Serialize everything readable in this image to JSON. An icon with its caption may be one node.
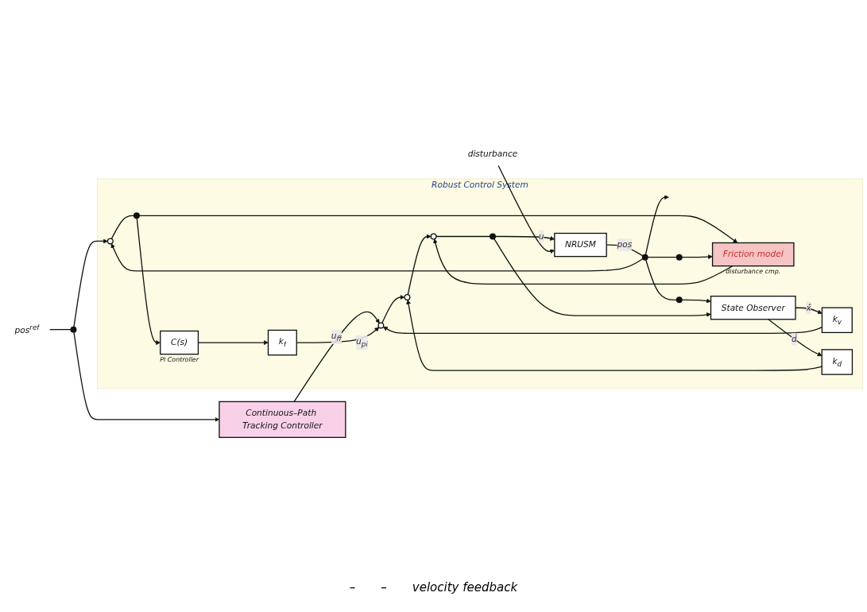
{
  "diagram": {
    "nodes": [
      {
        "text": [
          "Robust Control System"
        ]
      },
      {
        "text": [
          "pos$^{ref}$"
        ]
      },
      {
        "text": [
          "Continuous–Path Tracking Controller"
        ]
      },
      {
        "text": [],
        "shape": "circle"
      },
      {
        "text": [],
        "shape": "circle",
        "in": 0
      },
      {
        "text": [],
        "shape": "circle",
        "in": 0
      },
      {
        "text": [
          "C(s)"
        ],
        "beside": [
          "PI Controller"
        ],
        "in": 0
      },
      {
        "text": [
          "k$_{f}$"
        ],
        "in": 0
      },
      {
        "text": [
          "disturbance"
        ]
      },
      {
        "text": [],
        "shape": "circle",
        "in": 0
      },
      {
        "text": [],
        "shape": "circle",
        "in": 0
      },
      {
        "text": [],
        "shape": "circle",
        "in": 0
      },
      {
        "text": [],
        "shape": "circle",
        "in": 0
      },
      {
        "text": [
          "NRUSM"
        ],
        "in": 0
      },
      {
        "text": [],
        "shape": "circle",
        "in": 0
      },
      {
        "text": [
          "Friction model"
        ],
        "beside": [
          "disturbance cmp."
        ],
        "in": 0
      },
      {
        "text": [],
        "shape": "circle",
        "in": 0
      },
      {
        "text": [
          "k$_{v}$"
        ],
        "in": 0
      },
      {
        "text": [
          "k$_{d}$"
        ],
        "in": 0
      },
      {
        "text": [
          "State Observer"
        ],
        "in": 0
      },
      {
        "text": [],
        "shape": "circle",
        "in": 0
      }
    ],
    "edges": [
      {
        "from": 1,
        "to": 3,
        "arrow": "none"
      },
      {
        "from": 3,
        "to": 4,
        "arrow": "to"
      },
      {
        "from": 3,
        "to": 2,
        "arrow": "to"
      },
      {
        "from": 2,
        "to": 9,
        "arrow": "to",
        "label": "u$_{ff}$"
      },
      {
        "from": 4,
        "to": 5,
        "arrow": "none"
      },
      {
        "from": 5,
        "to": 6,
        "arrow": "to"
      },
      {
        "from": 6,
        "to": 7,
        "arrow": "to"
      },
      {
        "from": 7,
        "to": 9,
        "arrow": "to",
        "label": "u$_{pi}$"
      },
      {
        "from": 9,
        "to": 10,
        "arrow": "to"
      },
      {
        "from": 10,
        "to": 11,
        "arrow": "to"
      },
      {
        "from": 11,
        "to": 12,
        "arrow": "none"
      },
      {
        "from": 12,
        "to": 13,
        "arrow": "to",
        "label": "u"
      },
      {
        "from": 8,
        "to": 13,
        "arrow": "to"
      },
      {
        "from": 13,
        "to": 14,
        "arrow": "none",
        "label": "pos"
      },
      {
        "from": 14,
        "to": null,
        "arrow": "to"
      },
      {
        "from": 5,
        "to": 15,
        "arrow": "to"
      },
      {
        "from": 14,
        "to": 16,
        "arrow": "none"
      },
      {
        "from": 16,
        "to": 15,
        "arrow": "to"
      },
      {
        "from": 14,
        "to": 20,
        "arrow": "none"
      },
      {
        "from": 20,
        "to": 19,
        "arrow": "to"
      },
      {
        "from": 15,
        "to": 11,
        "arrow": "to"
      },
      {
        "from": 12,
        "to": 19,
        "arrow": "to"
      },
      {
        "from": 19,
        "to": 17,
        "arrow": "to",
        "label": "ẋ̂"
      },
      {
        "from": 19,
        "to": 18,
        "arrow": "to",
        "label": "d̂"
      },
      {
        "from": 17,
        "to": 9,
        "arrow": "to"
      },
      {
        "from": 18,
        "to": 10,
        "arrow": "to"
      },
      {
        "from": 14,
        "to": 4,
        "arrow": "to"
      }
    ],
    "labels": [
      "–",
      "–",
      "velocity feedback"
    ]
  }
}
